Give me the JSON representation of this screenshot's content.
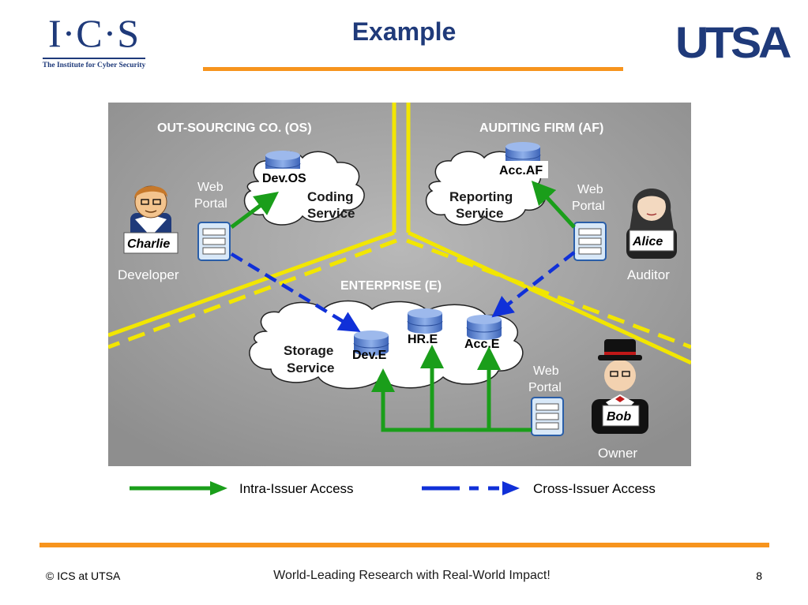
{
  "header": {
    "logo_letters": "I·C·S",
    "logo_subtitle": "The Institute for Cyber Security",
    "title": "Example",
    "brand_logo": "UTSA",
    "accent_color": "#f7941d",
    "brand_color": "#1f3a7a"
  },
  "diagram": {
    "zones": {
      "os": "OUT-SOURCING CO. (OS)",
      "af": "AUDITING FIRM (AF)",
      "e": "ENTERPRISE (E)"
    },
    "services": {
      "coding": [
        "Coding",
        "Service"
      ],
      "reporting": [
        "Reporting",
        "Service"
      ],
      "storage": [
        "Storage",
        "Service"
      ]
    },
    "databases": {
      "dev_os": "Dev.OS",
      "acc_af": "Acc.AF",
      "dev_e": "Dev.E",
      "hr_e": "HR.E",
      "acc_e": "Acc.E"
    },
    "portals": {
      "os": [
        "Web",
        "Portal"
      ],
      "af": [
        "Web",
        "Portal"
      ],
      "e": [
        "Web",
        "Portal"
      ]
    },
    "people": {
      "charlie": {
        "name": "Charlie",
        "role": "Developer"
      },
      "alice": {
        "name": "Alice",
        "role": "Auditor"
      },
      "bob": {
        "name": "Bob",
        "role": "Owner"
      }
    },
    "colors": {
      "intra": "#1a9e1a",
      "cross": "#1030d8",
      "boundary": "#f2e600",
      "background": "#9c9c9c"
    }
  },
  "legend": {
    "intra": "Intra-Issuer Access",
    "cross": "Cross-Issuer Access"
  },
  "footer": {
    "left": "© ICS at UTSA",
    "center": "World-Leading Research with Real-World Impact!",
    "page": "8"
  }
}
